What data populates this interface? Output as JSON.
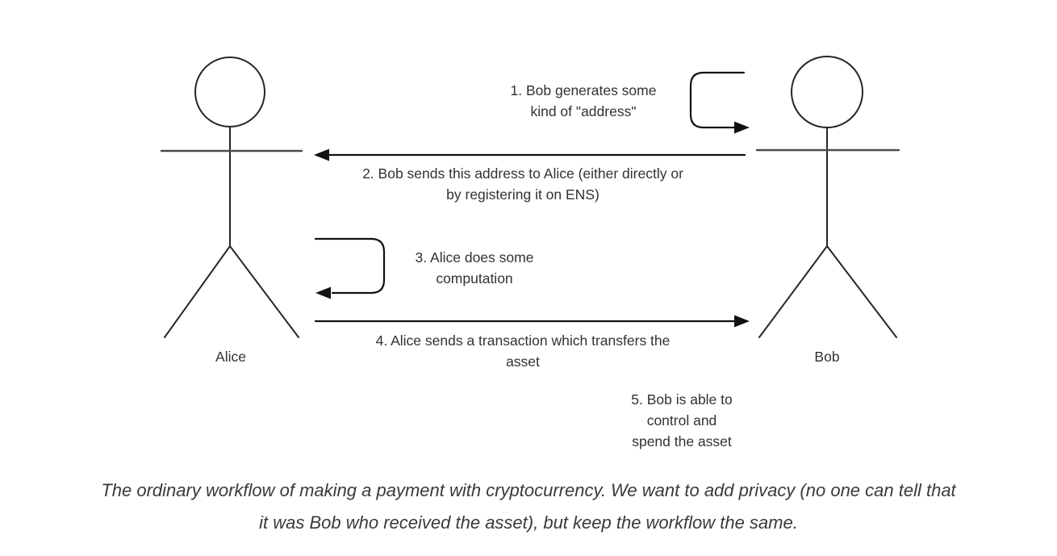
{
  "diagram": {
    "actors": [
      {
        "name": "Alice"
      },
      {
        "name": "Bob"
      }
    ],
    "steps": [
      {
        "label": "1. Bob generates some\nkind of \"address\""
      },
      {
        "label": "2. Bob sends this address to Alice (either directly or\nby registering it on ENS)"
      },
      {
        "label": "3. Alice does some\ncomputation"
      },
      {
        "label": "4. Alice sends a transaction which transfers the\nasset"
      },
      {
        "label": "5. Bob is able to\ncontrol and\nspend the asset"
      }
    ]
  },
  "caption": "The ordinary workflow of making a payment with cryptocurrency. We want to add privacy (no one can tell that\nit was Bob who received the asset), but keep the workflow the same.",
  "colors": {
    "background": "#ffffff",
    "figure_stroke": "#262626",
    "arm_stroke": "#4d4d4d",
    "arrow": "#111111",
    "text": "#323232",
    "caption_text": "#3a3a3a"
  }
}
